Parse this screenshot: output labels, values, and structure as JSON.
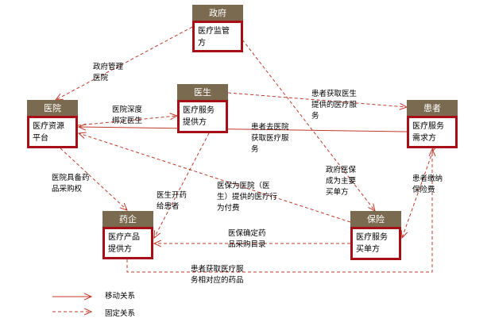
{
  "nodes": {
    "gov": {
      "title": "政府",
      "role": "医疗监管\n方"
    },
    "doctor": {
      "title": "医生",
      "role": "医疗服务\n提供方"
    },
    "hospital": {
      "title": "医院",
      "role": "医疗资源\n平台"
    },
    "patient": {
      "title": "患者",
      "role": "医疗服务\n需求方"
    },
    "pharma": {
      "title": "药企",
      "role": "医疗产品\n提供方"
    },
    "insurance": {
      "title": "保险",
      "role": "医疗服务\n买单方"
    }
  },
  "edges": {
    "gov_hospital": "政府管理\n医院",
    "hospital_doctor": "医院深度\n绑定医生",
    "doctor_patient": "患者获取医生\n提供的医疗服\n务",
    "patient_hospital": "患者去医院\n获取医疗服\n务",
    "gov_insurance": "政府医保\n成为主要\n买单方",
    "hospital_pharma": "医院具备药\n品采购权",
    "doctor_pharma": "医生开药\n给患者",
    "insurance_hospital": "医保为医院（医\n生）提供的医疗行\n为付费",
    "patient_insurance": "患者缴纳\n保险费",
    "insurance_pharma": "医保确定药\n品采购目录",
    "pharma_patient": "患者获取医疗服\n务相对应的药品"
  },
  "legend": {
    "solid": "移动关系",
    "dashed": "固定关系"
  },
  "colors": {
    "line": "#c0392b",
    "header": "#7a6a4f",
    "border": "#a50f15"
  }
}
